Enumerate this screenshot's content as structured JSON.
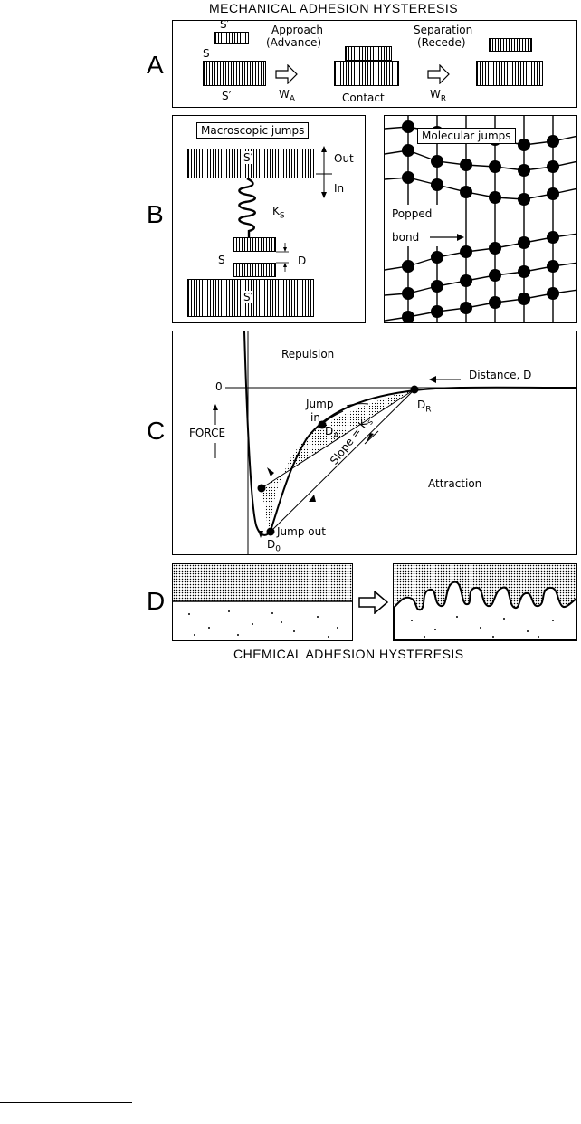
{
  "titles": {
    "top": "MECHANICAL ADHESION HYSTERESIS",
    "bottom": "CHEMICAL ADHESION HYSTERESIS"
  },
  "panel_labels": [
    "A",
    "B",
    "C",
    "D"
  ],
  "panelA": {
    "s_prime_top": "S′",
    "s": "S",
    "s_prime_bottom": "S′",
    "approach": "Approach",
    "advance": "(Advance)",
    "w_a": "W",
    "w_a_sub": "A",
    "contact": "Contact",
    "separation": "Separation",
    "recede": "(Recede)",
    "w_r": "W",
    "w_r_sub": "R"
  },
  "panelB": {
    "macro_title": "Macroscopic jumps",
    "s_prime_upper": "S′",
    "out": "Out",
    "in": "In",
    "ks": "K",
    "ks_sub": "S",
    "s": "S",
    "d": "D",
    "s_prime_lower": "S′",
    "molecular_title": "Molecular jumps",
    "popped": "Popped",
    "bond": "bond"
  },
  "panelC": {
    "repulsion": "Repulsion",
    "zero": "0",
    "distance": "Distance, D",
    "force": "FORCE",
    "jump_in_1": "Jump",
    "jump_in_2": "in",
    "da": "D",
    "da_sub": "A",
    "dr": "D",
    "dr_sub": "R",
    "slope": "Slope = K",
    "slope_sub": "s",
    "attraction": "Attraction",
    "jump_out": "Jump out",
    "d0": "D",
    "d0_sub": "0"
  }
}
